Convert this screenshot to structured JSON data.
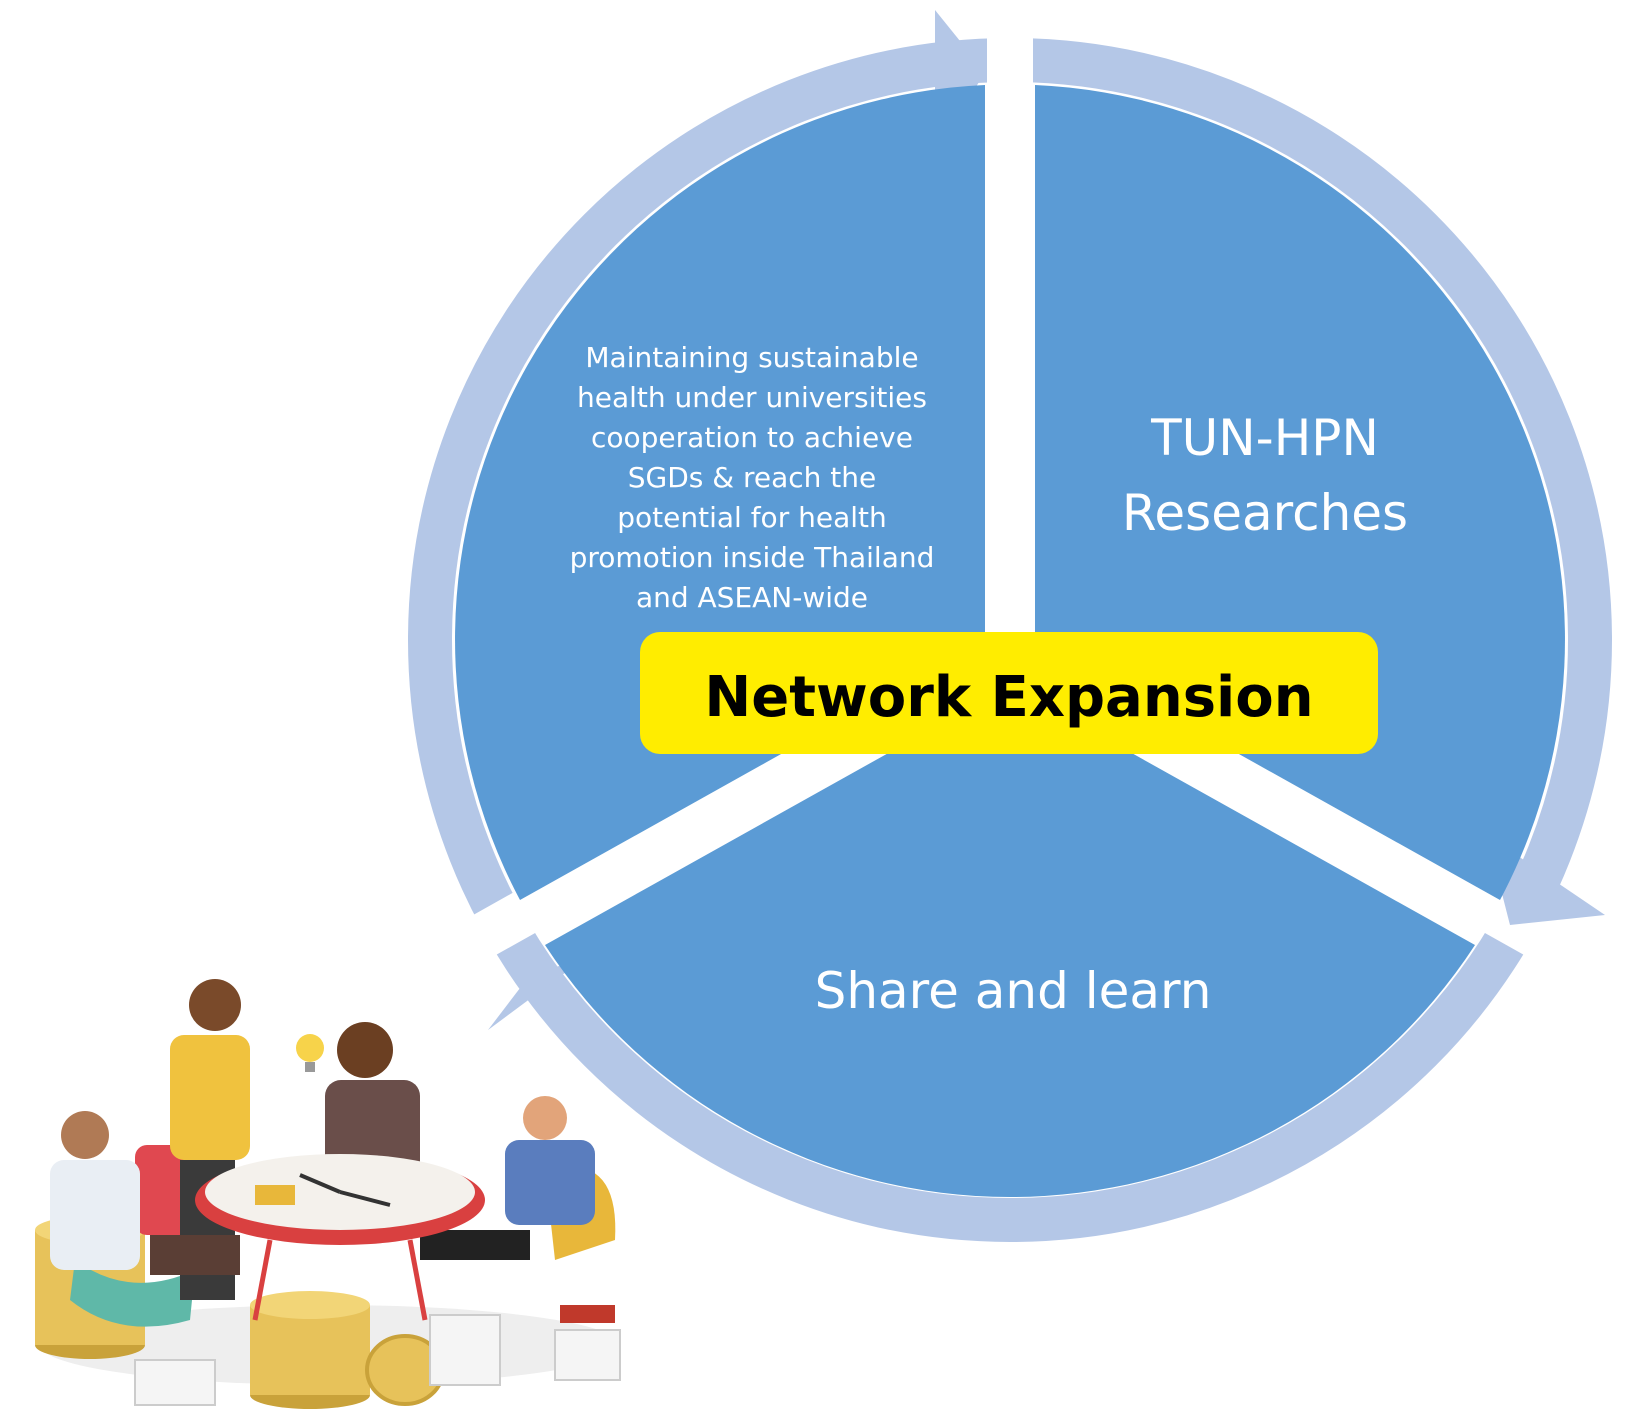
{
  "diagram": {
    "center_label": "Network Expansion",
    "segments": [
      {
        "id": "left",
        "lines": [
          "Maintaining sustainable",
          "health under universities",
          "cooperation to achieve",
          "SGDs & reach the",
          "potential for health",
          "promotion inside Thailand",
          "and ASEAN-wide"
        ]
      },
      {
        "id": "right",
        "lines": [
          "TUN-HPN",
          "Researches"
        ]
      },
      {
        "id": "bottom",
        "lines": [
          "Share and learn"
        ]
      }
    ]
  },
  "colors": {
    "segment_fill": "#5B9BD5",
    "arrow_fill": "#B4C7E7",
    "center_badge": "#FFED00",
    "background": "#FFFFFF"
  },
  "illustration": {
    "subject": "team-meeting-around-table",
    "icons": [
      "lightbulb-icon",
      "coin-stack-icon",
      "paper-stack-icon",
      "clock-table-icon"
    ]
  }
}
